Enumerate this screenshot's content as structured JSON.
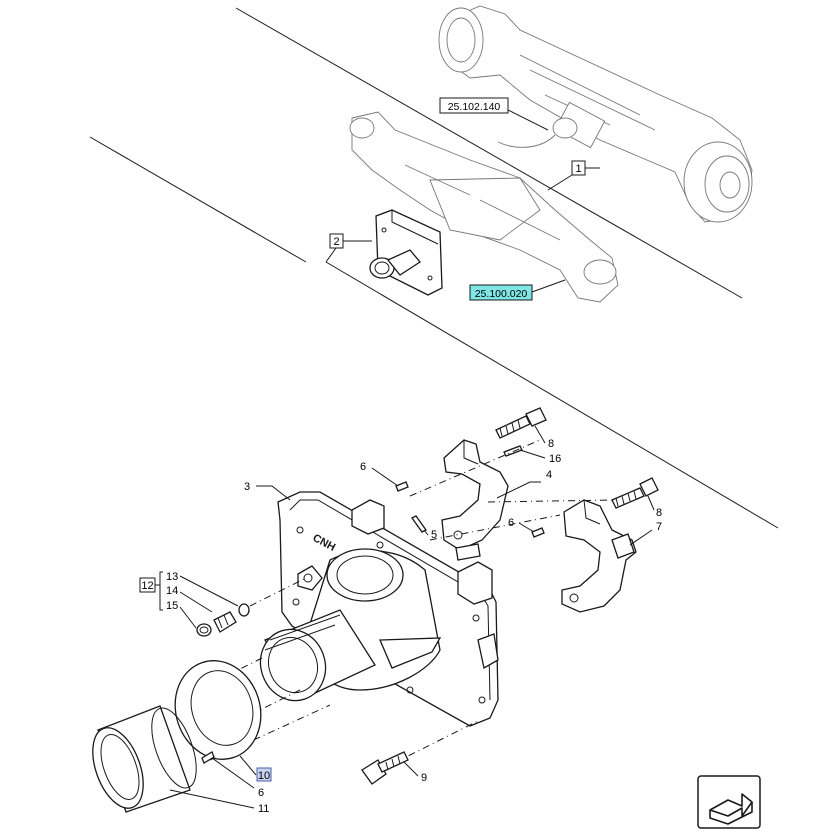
{
  "references": {
    "ref_top": "25.102.140",
    "ref_mid": "25.100.020"
  },
  "item_labels": {
    "i1": "1",
    "i2": "2",
    "i3": "3",
    "i4": "4",
    "i5": "5",
    "i6a": "6",
    "i6b": "6",
    "i6c": "6",
    "i7": "7",
    "i8a": "8",
    "i8b": "8",
    "i9": "9",
    "i10": "10",
    "i11": "11",
    "i12": "12",
    "i13": "13",
    "i14": "14",
    "i15": "15",
    "i16": "16"
  },
  "logo_text": "CNH",
  "colors": {
    "highlight_fill": "#7fe6e6",
    "highlight_box": "#c9d3f0",
    "line": "#1a1a1a"
  },
  "icons": [
    "nav-arrow-icon"
  ]
}
